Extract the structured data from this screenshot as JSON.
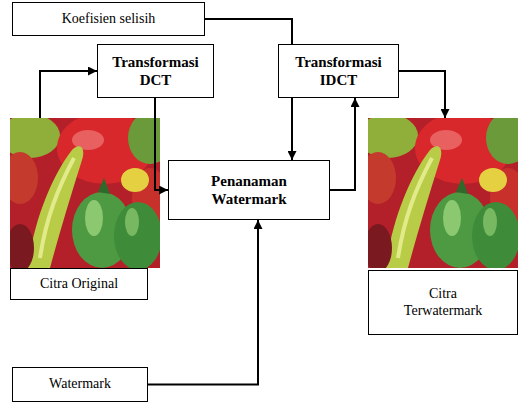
{
  "diagram": {
    "nodes": [
      {
        "text": [
          "Koefisien selisih"
        ]
      },
      {
        "text": [
          "Transformasi DCT"
        ]
      },
      {
        "text": [
          "Transformasi IDCT"
        ]
      },
      {
        "text": [
          "Citra Original"
        ]
      },
      {
        "text": [
          "Penanaman Watermark"
        ]
      },
      {
        "text": [
          "Citra Terwatermark"
        ]
      },
      {
        "text": [
          "Watermark"
        ]
      }
    ],
    "edges": [
      {
        "from": 3,
        "to": 1,
        "arrow": "to"
      },
      {
        "from": 0,
        "to": 4,
        "arrow": "to"
      },
      {
        "from": 1,
        "to": 4,
        "arrow": "to"
      },
      {
        "from": 6,
        "to": 4,
        "arrow": "to"
      },
      {
        "from": 4,
        "to": 2,
        "arrow": "to"
      },
      {
        "from": 2,
        "to": 5,
        "arrow": "to"
      }
    ]
  }
}
